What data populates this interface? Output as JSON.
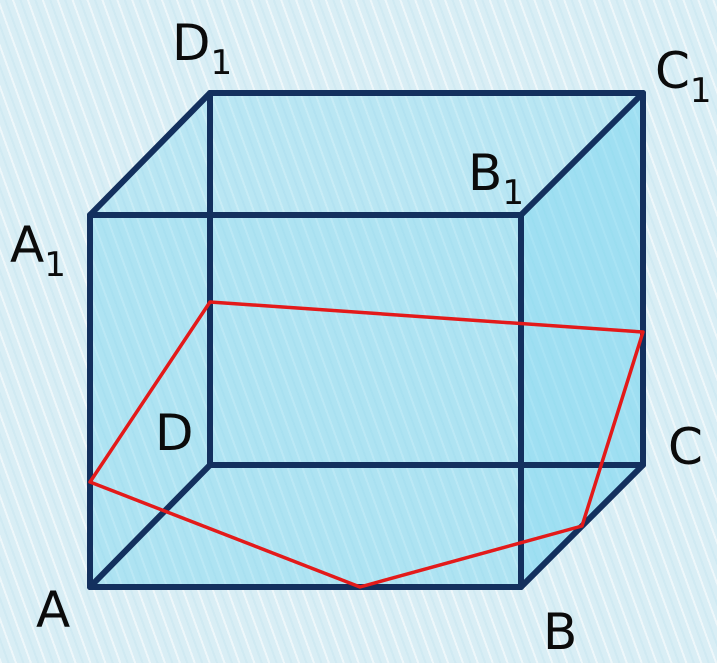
{
  "figure": {
    "title": "",
    "vertices": [
      {
        "id": "A",
        "text": "A",
        "sub": ""
      },
      {
        "id": "B",
        "text": "B",
        "sub": ""
      },
      {
        "id": "C",
        "text": "C",
        "sub": ""
      },
      {
        "id": "D",
        "text": "D",
        "sub": ""
      },
      {
        "id": "A1",
        "text": "A",
        "sub": "1"
      },
      {
        "id": "B1",
        "text": "B",
        "sub": "1"
      },
      {
        "id": "C1",
        "text": "C",
        "sub": "1"
      },
      {
        "id": "D1",
        "text": "D",
        "sub": "1"
      }
    ],
    "colors": {
      "edge": "#13305e",
      "face": "#6fd3ee",
      "section": "#e31a1a",
      "label": "#0b0b0b"
    }
  }
}
